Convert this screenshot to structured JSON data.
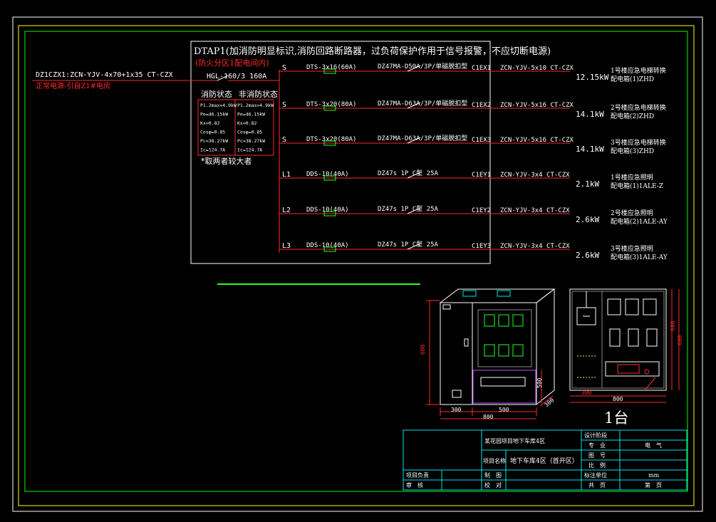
{
  "colors": {
    "white": "#ffffff",
    "red": "#ff2a2a",
    "green": "#22ff22",
    "yellow": "#f2f200",
    "cyan": "#00e5e5",
    "magenta": "#c050ff",
    "gray": "#b0b0b0"
  },
  "schematic": {
    "title": "DTAP1(加消防明显标识,消防回路断路器，过负荷保护作用于信号报警，不应切断电源)",
    "subtitle": "(防火分区1配电间内)",
    "incoming_cable": "DZ1CZX1:ZCN-YJV-4x70+1x35 CT-CZX",
    "incoming_source": "正常电源:引自Z1#电房",
    "main_switch": "HGL-160/3 160A",
    "load_headers": [
      "消防状态",
      "非消防状态"
    ],
    "load_fire": [
      "P1.2max=4.9kW",
      "Pe=46.15kW",
      "Kx=0.82",
      "Cosφ=0.85",
      "Pc=38.27kW",
      "Ic=124.7A"
    ],
    "load_normal": [
      "P1.2max=4.9kW",
      "Pe=46.15kW",
      "Kx=0.82",
      "Cosφ=0.85",
      "Pc=38.27kW",
      "Ic=124.7A"
    ],
    "note": "*取两者较大者",
    "circuits": [
      {
        "phase": "S",
        "breaker": "DTS-3x16(60A)",
        "device": "DZ47MA-D50A/3P/单磁脱扣型",
        "id": "C1EX1",
        "cable": "ZCN-YJV-5x10 CT-CZX",
        "power": "12.15kW",
        "dest1": "1号楼应急电梯转换",
        "dest2": "配电箱(1)ZHD"
      },
      {
        "phase": "S",
        "breaker": "DTS-3x20(80A)",
        "device": "DZ47MA-D63A/3P/单磁脱扣型",
        "id": "C1EX2",
        "cable": "ZCN-YJV-5x16 CT-CZX",
        "power": "14.1kW",
        "dest1": "2号楼应急电梯转换",
        "dest2": "配电箱(2)ZHD"
      },
      {
        "phase": "S",
        "breaker": "DTS-3x20(80A)",
        "device": "DZ47MA-D63A/3P/单磁脱扣型",
        "id": "C1EX3",
        "cable": "ZCN-YJV-5x16 CT-CZX",
        "power": "14.1kW",
        "dest1": "3号楼应急电梯转换",
        "dest2": "配电箱(3)ZHD"
      },
      {
        "phase": "L1",
        "breaker": "DDS-10(40A)",
        "device": "DZ47s 1P C型 25A",
        "id": "C1EY1",
        "cable": "ZCN-YJV-3x4 CT-CZX",
        "power": "2.1kW",
        "dest1": "1号楼应急照明",
        "dest2": "配电箱(1)1ALE-Z"
      },
      {
        "phase": "L2",
        "breaker": "DDS-10(40A)",
        "device": "DZ47s 1P C型 25A",
        "id": "C1EY2",
        "cable": "ZCN-YJV-3x4 CT-CZX",
        "power": "2.6kW",
        "dest1": "2号楼应急照明",
        "dest2": "配电箱(2)1ALE-AY"
      },
      {
        "phase": "L3",
        "breaker": "DDS-10(40A)",
        "device": "DZ47s 1P C型 25A",
        "id": "C1EY3",
        "cable": "ZCN-YJV-3x4 CT-CZX",
        "power": "2.6kW",
        "dest1": "3号楼应急照明",
        "dest2": "配电箱(3)1ALE-AY"
      }
    ]
  },
  "cabinet": {
    "dim_height": "680",
    "dim_300": "300",
    "dim_500": "500",
    "dim_800": "800",
    "dim_depth": "300",
    "front_h1": "680",
    "front_h2": "600",
    "front_300": "300",
    "front_800": "800",
    "quantity": "1台"
  },
  "title_block": {
    "project": "某花园项目地下车库4区",
    "project_label": "项目名称",
    "area": "地下车库4区（首开区）",
    "design_stage_label": "设计阶段",
    "major_label": "专　业",
    "major": "电　气",
    "drawing_no_label": "图　号",
    "scale_label": "比　例",
    "pm_label": "项目负责",
    "draw_label": "制　图",
    "review_label": "审　核",
    "check_label": "校　对",
    "date_label": "标注单位",
    "date": "mm",
    "page_label": "共　页",
    "page2_label": "第　页"
  }
}
